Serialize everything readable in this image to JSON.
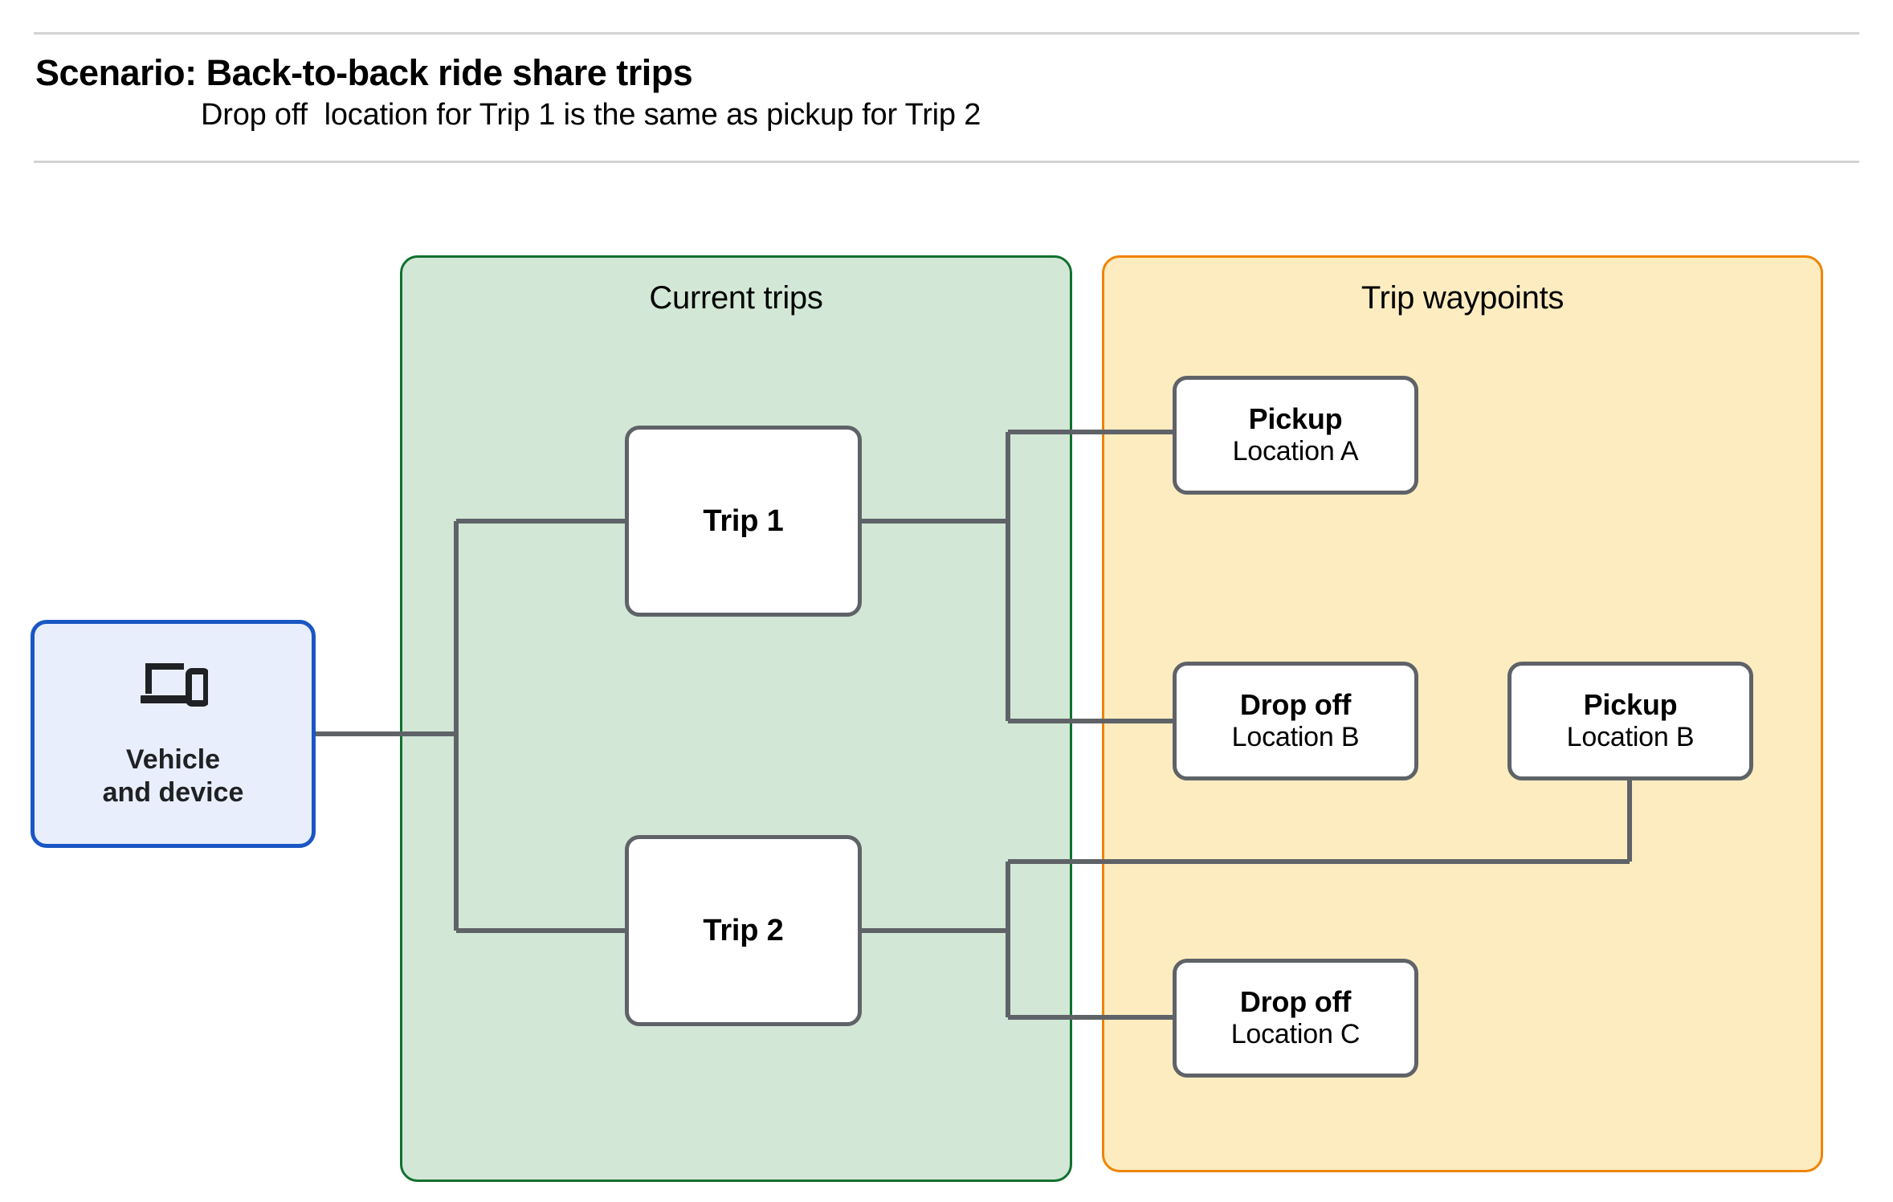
{
  "header": {
    "title": "Scenario: Back-to-back ride share trips",
    "subtitle": "Drop off  location for Trip 1 is the same as pickup for Trip 2"
  },
  "colors": {
    "current_trips_fill": "#d2e7d6",
    "current_trips_border": "#11702f",
    "waypoints_fill": "#fcecc0",
    "waypoints_border": "#ef8400",
    "vehicle_fill": "#e8eefc",
    "vehicle_border": "#1a56c4",
    "node_border": "#5f6368",
    "connector": "#5f6368",
    "rule": "#d3d3d3"
  },
  "vehicle": {
    "icon": "devices-icon",
    "label": "Vehicle\nand device"
  },
  "groups": {
    "current_trips": {
      "title": "Current trips",
      "trips": [
        {
          "label": "Trip 1"
        },
        {
          "label": "Trip 2"
        }
      ]
    },
    "trip_waypoints": {
      "title": "Trip waypoints",
      "waypoints": [
        {
          "type": "Pickup",
          "location": "Location A"
        },
        {
          "type": "Drop off",
          "location": "Location B"
        },
        {
          "type": "Pickup",
          "location": "Location B"
        },
        {
          "type": "Drop off",
          "location": "Location C"
        }
      ]
    }
  },
  "connections": [
    {
      "from": "Vehicle and device",
      "to": "Trip 1"
    },
    {
      "from": "Vehicle and device",
      "to": "Trip 2"
    },
    {
      "from": "Trip 1",
      "to": "Pickup Location A"
    },
    {
      "from": "Trip 1",
      "to": "Drop off Location B"
    },
    {
      "from": "Trip 2",
      "to": "Pickup Location B"
    },
    {
      "from": "Trip 2",
      "to": "Drop off Location C"
    }
  ]
}
